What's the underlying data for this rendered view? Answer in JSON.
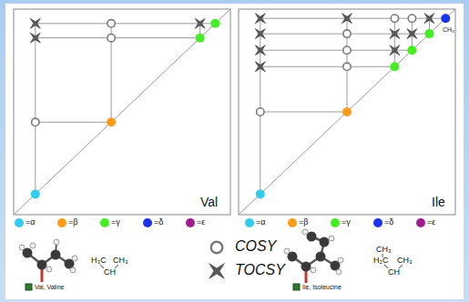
{
  "diagram": {
    "labels": [
      "Val",
      "Ile",
      "CH₃",
      "H₃C",
      "CH₃",
      "CH",
      "Val, Valine",
      "CH₃",
      "H₂C",
      "CH₃",
      "CH",
      "Ile, Isoleucine"
    ],
    "legend": [
      {
        "text": "=α",
        "color": "#33ccee"
      },
      {
        "text": "=β",
        "color": "#ff9a1a"
      },
      {
        "text": "=γ",
        "color": "#44ee22"
      },
      {
        "text": "=δ",
        "color": "#1a33ee"
      },
      {
        "text": "=ε",
        "color": "#a01c8c"
      },
      {
        "text": "=α",
        "color": "#33ccee"
      },
      {
        "text": "=β",
        "color": "#ff9a1a"
      },
      {
        "text": "=γ",
        "color": "#44ee22"
      },
      {
        "text": "=δ",
        "color": "#1a33ee"
      },
      {
        "text": "=ε",
        "color": "#a01c8c"
      },
      {
        "text": "COSY"
      },
      {
        "text": "TOCSY"
      }
    ]
  }
}
